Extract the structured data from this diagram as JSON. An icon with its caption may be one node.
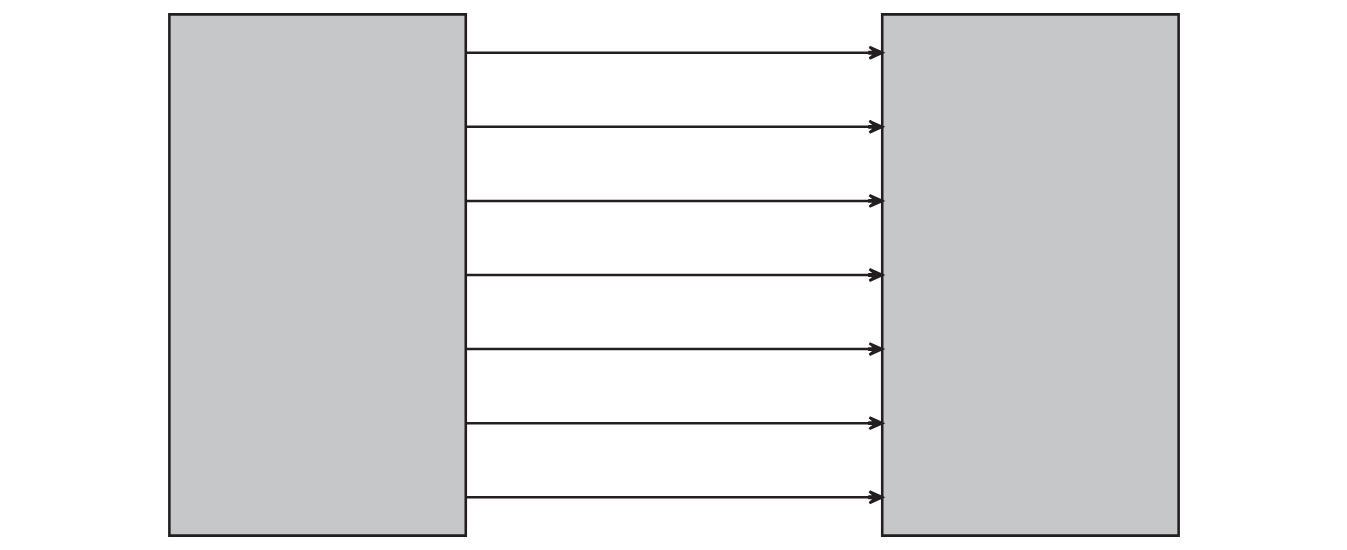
{
  "diagram": {
    "nodes": [
      {
        "text": [],
        "shape": "box"
      },
      {
        "text": [],
        "shape": "box"
      }
    ],
    "edges": [
      {
        "from": 0,
        "to": 1,
        "arrow": "to"
      },
      {
        "from": 0,
        "to": 1,
        "arrow": "to"
      },
      {
        "from": 0,
        "to": 1,
        "arrow": "to"
      },
      {
        "from": 0,
        "to": 1,
        "arrow": "to"
      },
      {
        "from": 0,
        "to": 1,
        "arrow": "to"
      },
      {
        "from": 0,
        "to": 1,
        "arrow": "to"
      },
      {
        "from": 0,
        "to": 1,
        "arrow": "to"
      }
    ]
  }
}
